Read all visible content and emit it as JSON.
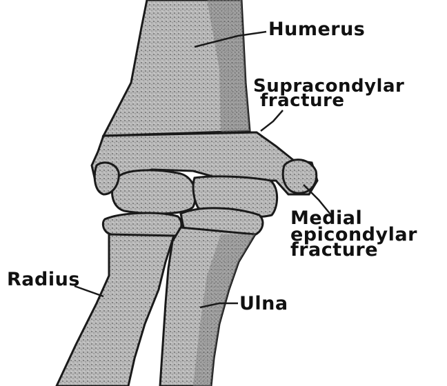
{
  "labels": {
    "humerus": "Humerus",
    "supracondylar_line1": "Supracondylar",
    "supracondylar_line2": "fracture",
    "medial_line1": "Medial",
    "medial_line2": "epicondylar",
    "medial_line3": "fracture",
    "radius": "Radius",
    "ulna": "Ulna"
  },
  "colors": {
    "bone_fill": "#b9b9b9",
    "bone_shadow": "#6f6f6f",
    "outline": "#1a1a1a",
    "text": "#111111"
  }
}
